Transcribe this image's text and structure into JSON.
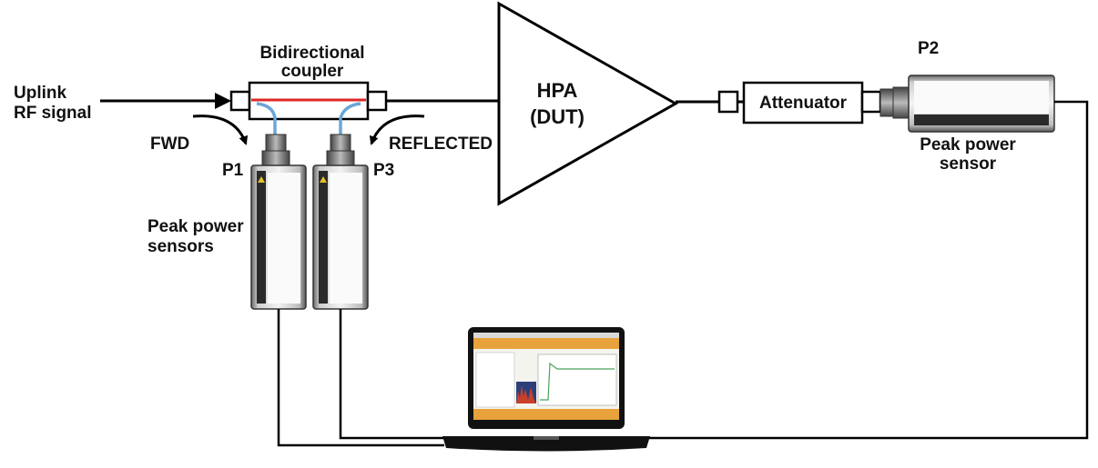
{
  "labels": {
    "uplink_line1": "Uplink",
    "uplink_line2": "RF signal",
    "coupler_line1": "Bidirectional",
    "coupler_line2": "coupler",
    "fwd": "FWD",
    "reflected": "REFLECTED",
    "p1": "P1",
    "p2": "P2",
    "p3": "P3",
    "hpa_line1": "HPA",
    "hpa_line2": "(DUT)",
    "attenuator": "Attenuator",
    "sensors_left_line1": "Peak power",
    "sensors_left_line2": "sensors",
    "sensor_right_line1": "Peak power",
    "sensor_right_line2": "sensor"
  },
  "colors": {
    "forward_trace": "#e02828",
    "coupled_line": "#6aa6d8",
    "wire": "#000000",
    "laptop_bezel": "#111111",
    "screen_header": "#e8a23c"
  },
  "icons": {
    "laptop": "laptop-icon",
    "sensor": "power-sensor-icon",
    "amplifier": "triangle-amplifier-icon"
  }
}
